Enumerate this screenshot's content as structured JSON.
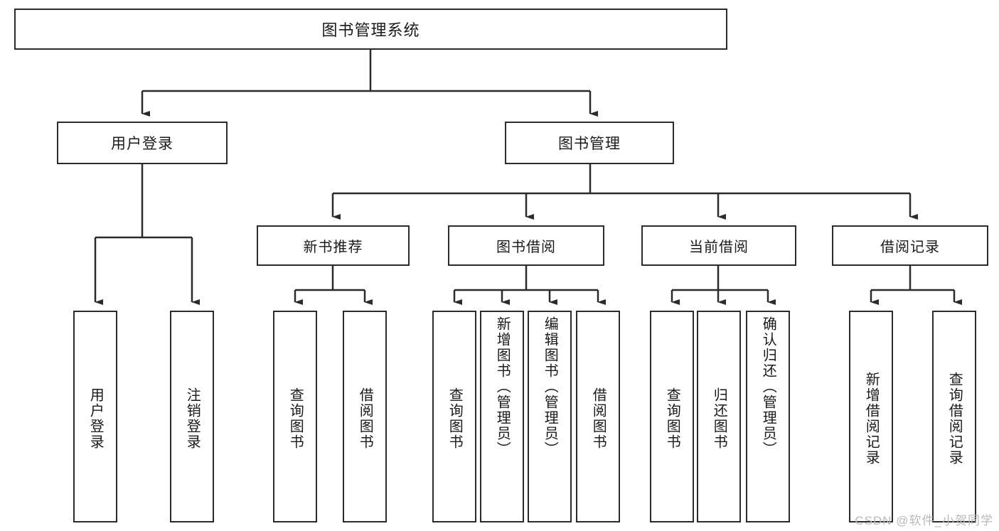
{
  "diagram": {
    "title": "图书管理系统",
    "type": "tree",
    "watermark": "CSDN @软件_小贺同学",
    "colors": {
      "box_border": "#2b2b2b",
      "box_fill": "#ffffff",
      "line": "#2b2b2b",
      "text": "#1a1a1a",
      "watermark": "#b9b9b9"
    },
    "root": {
      "label": "图书管理系统"
    },
    "level2": [
      {
        "label": "用户登录"
      },
      {
        "label": "图书管理"
      }
    ],
    "level3": [
      {
        "label": "新书推荐"
      },
      {
        "label": "图书借阅"
      },
      {
        "label": "当前借阅"
      },
      {
        "label": "借阅记录"
      }
    ],
    "leaves": {
      "user_login": [
        {
          "label": "用户登录"
        },
        {
          "label": "注销登录"
        }
      ],
      "new_book_recommend": [
        {
          "label": "查询图书"
        },
        {
          "label": "借阅图书"
        }
      ],
      "book_borrow": [
        {
          "label": "查询图书"
        },
        {
          "label": "新增图书（管理员）"
        },
        {
          "label": "编辑图书（管理员）"
        },
        {
          "label": "借阅图书"
        }
      ],
      "current_borrow": [
        {
          "label": "查询图书"
        },
        {
          "label": "归还图书"
        },
        {
          "label": "确认归还（管理员）"
        }
      ],
      "borrow_record": [
        {
          "label": "新增借阅记录"
        },
        {
          "label": "查询借阅记录"
        }
      ]
    }
  }
}
